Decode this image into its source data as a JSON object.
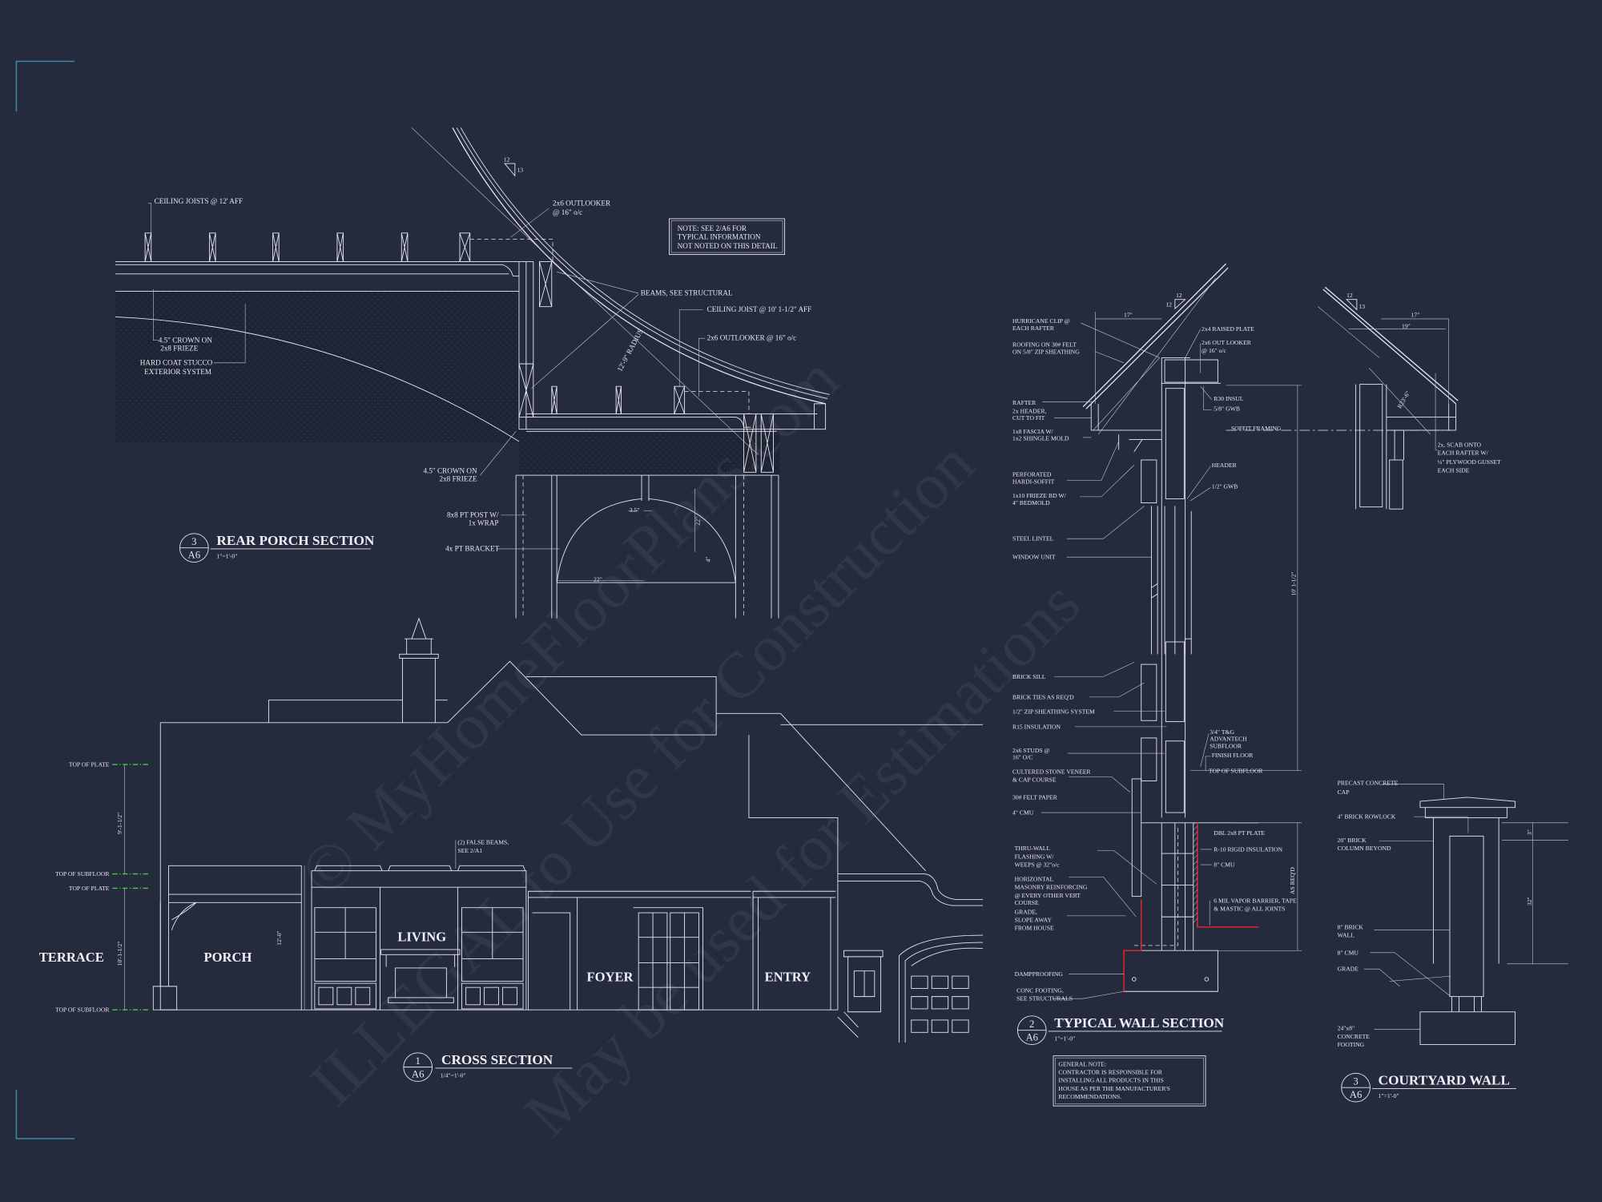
{
  "colors": {
    "background": "#252a3d",
    "linework": "#e6e8f0",
    "frame_corner": "#3a8d9c",
    "level_marker": "#3fcf3f",
    "waterproofing": "#d42a2a"
  },
  "watermark": {
    "lines": [
      "© MyHomeFloorPlans.com",
      "ILLEGAL to Use for Construction",
      "May be used for Estimations"
    ]
  },
  "rear_porch": {
    "number": "3",
    "sheet": "A6",
    "title": "REAR PORCH SECTION",
    "scale": "1\"=1'-0\"",
    "slope": {
      "rise": "12",
      "run": "13"
    },
    "note": [
      "NOTE: SEE 2/A6 FOR",
      "TYPICAL INFORMATION",
      "NOT NOTED ON THIS DETAIL"
    ],
    "labels": {
      "ceiling_joists": "CEILING JOISTS @ 12' AFF",
      "outlooker_top": [
        "2x6 OUTLOOKER",
        "@      16\" o/c"
      ],
      "beams": "BEAMS, SEE STRUCTURAL",
      "ceiling_joist_low": "CEILING JOIST @ 10' 1-1/2\" AFF",
      "outlooker_low": "2x6 OUTLOOKER @ 16\" o/c",
      "crown_upper": [
        "4.5\" CROWN ON",
        "2x8 FRIEZE"
      ],
      "stucco": [
        "HARD COAT STUCCO",
        "EXTERIOR SYSTEM"
      ],
      "radius": "12'-9\" RADIUS",
      "crown_lower": [
        "4.5\" CROWN ON",
        "2x8 FRIEZE"
      ],
      "post": [
        "8x8 PT POST W/",
        "1x WRAP"
      ],
      "bracket": "4x PT BRACKET",
      "dim_35": "3.5\"",
      "dim_22v": "22\"",
      "dim_4": "4\"",
      "dim_22h": "22\""
    }
  },
  "cross_section": {
    "number": "1",
    "sheet": "A6",
    "title": "CROSS SECTION",
    "scale": "1/4\"=1'-0\"",
    "levels": [
      "TOP OF PLATE",
      "TOP OF SUBFLOOR",
      "TOP OF PLATE",
      "TOP OF SUBFLOOR"
    ],
    "dims": {
      "upper": "9'-1-1/2\"",
      "lower": "10'-1-1/2\"",
      "porch": "12'-0\""
    },
    "false_beams": [
      "(2) FALSE BEAMS,",
      "SEE 2/A1"
    ],
    "rooms": [
      "TERRACE",
      "PORCH",
      "LIVING",
      "FOYER",
      "ENTRY"
    ]
  },
  "wall_section": {
    "number": "2",
    "sheet": "A6",
    "title": "TYPICAL WALL SECTION",
    "scale": "1\"=1'-0\"",
    "slope_left": {
      "rise": "12",
      "run": "12"
    },
    "slope_right": {
      "rise": "12",
      "run": "13"
    },
    "dims": {
      "overhang_left": "17\"",
      "overhang_right": "17\"",
      "overhang_right_inner": "19\"",
      "radius": "R23'-6\"",
      "height": "10' 1-1/2\"",
      "as_reqd": "AS REQ'D"
    },
    "left_labels": [
      [
        "HURRICANE CLIP @",
        "EACH RAFTER"
      ],
      [
        "ROOFING ON 30# FELT",
        "ON 5/8\" ZIP SHEATHING"
      ],
      [
        "RAFTER"
      ],
      [
        "2x HEADER,",
        "CUT TO FIT"
      ],
      [
        "1x8 FASCIA W/",
        "1x2 SHINGLE MOLD"
      ],
      [
        "PERFORATED",
        "HARDI-SOFFIT"
      ],
      [
        "1x10 FRIEZE BD W/",
        "4\" BEDMOLD"
      ],
      [
        "STEEL LINTEL"
      ],
      [
        "WINDOW UNIT"
      ],
      [
        "BRICK SILL"
      ],
      [
        "BRICK TIES AS REQ'D"
      ],
      [
        "1/2\" ZIP SHEATHING SYSTEM"
      ],
      [
        "R15 INSULATION"
      ],
      [
        "2x6 STUDS @",
        "16\" O/C"
      ],
      [
        "CULTERED STONE VENEER",
        "& CAP COURSE"
      ],
      [
        "30# FELT PAPER"
      ],
      [
        "4\" CMU"
      ],
      [
        "THRU-WALL",
        "FLASHING W/",
        "WEEPS @ 32\"o/c"
      ],
      [
        "HORIZONTAL",
        "MASONRY REINFORCING",
        "@  EVERY OTHER VERT",
        "COURSE"
      ],
      [
        "GRADE,",
        "SLOPE AWAY",
        "FROM HOUSE"
      ],
      [
        "DAMPPROOFING"
      ],
      [
        "CONC FOOTING,",
        "SEE STRUCTURALS"
      ]
    ],
    "right_labels": {
      "raised_plate": "2x4 RAISED PLATE",
      "out_looker": [
        "2x6 OUT LOOKER",
        "@ 16\" o/c"
      ],
      "r30": "R30 INSUL",
      "gwb58": "5/8\" GWB",
      "soffit": "SOFFIT FRAMING",
      "header": "HEADER",
      "gwb12": "1/2\" GWB",
      "subfloor": [
        "3/4\" T&G",
        "ADVANTECH",
        "SUBFLOOR"
      ],
      "finish_floor": "FINISH FLOOR",
      "top_subfloor": "TOP OF SUBFLOOR",
      "dbl_plate": "DBL 2x8 PT PLATE",
      "rigid": "R-10 RIGID INSULATION",
      "cmu8": "8\" CMU",
      "vapor": [
        "6 MIL VAPOR BARRIER, TAPE",
        "& MASTIC @ ALL JOINTS"
      ],
      "scab": [
        "2x, SCAB ONTO",
        "EACH RAFTER W/",
        "½\" PLYWOOD GUSSET",
        "EACH SIDE"
      ]
    },
    "general_note": [
      "GENERAL NOTE:",
      "CONTRACTOR IS RESPONSIBLE FOR",
      "INSTALLING ALL PRODUCTS IN THIS",
      "HOUSE AS PER THE MANUFACTURER'S",
      "RECOMMENDATIONS."
    ]
  },
  "courtyard_wall": {
    "number": "3",
    "sheet": "A6",
    "title": "COURTYARD WALL",
    "scale": "1\"=1'-0\"",
    "labels": [
      [
        "PRECAST CONCRETE",
        "CAP"
      ],
      [
        "4\" BRICK ROWLOCK"
      ],
      [
        "20\" BRICK",
        "COLUMN BEYOND"
      ],
      [
        "8\" BRICK",
        "WALL"
      ],
      [
        "8\" CMU"
      ],
      [
        "GRADE"
      ],
      [
        "24\"x8\"",
        "CONCRETE",
        "FOOTING"
      ]
    ],
    "dims": {
      "cap": "3\"",
      "height": "32\""
    }
  }
}
